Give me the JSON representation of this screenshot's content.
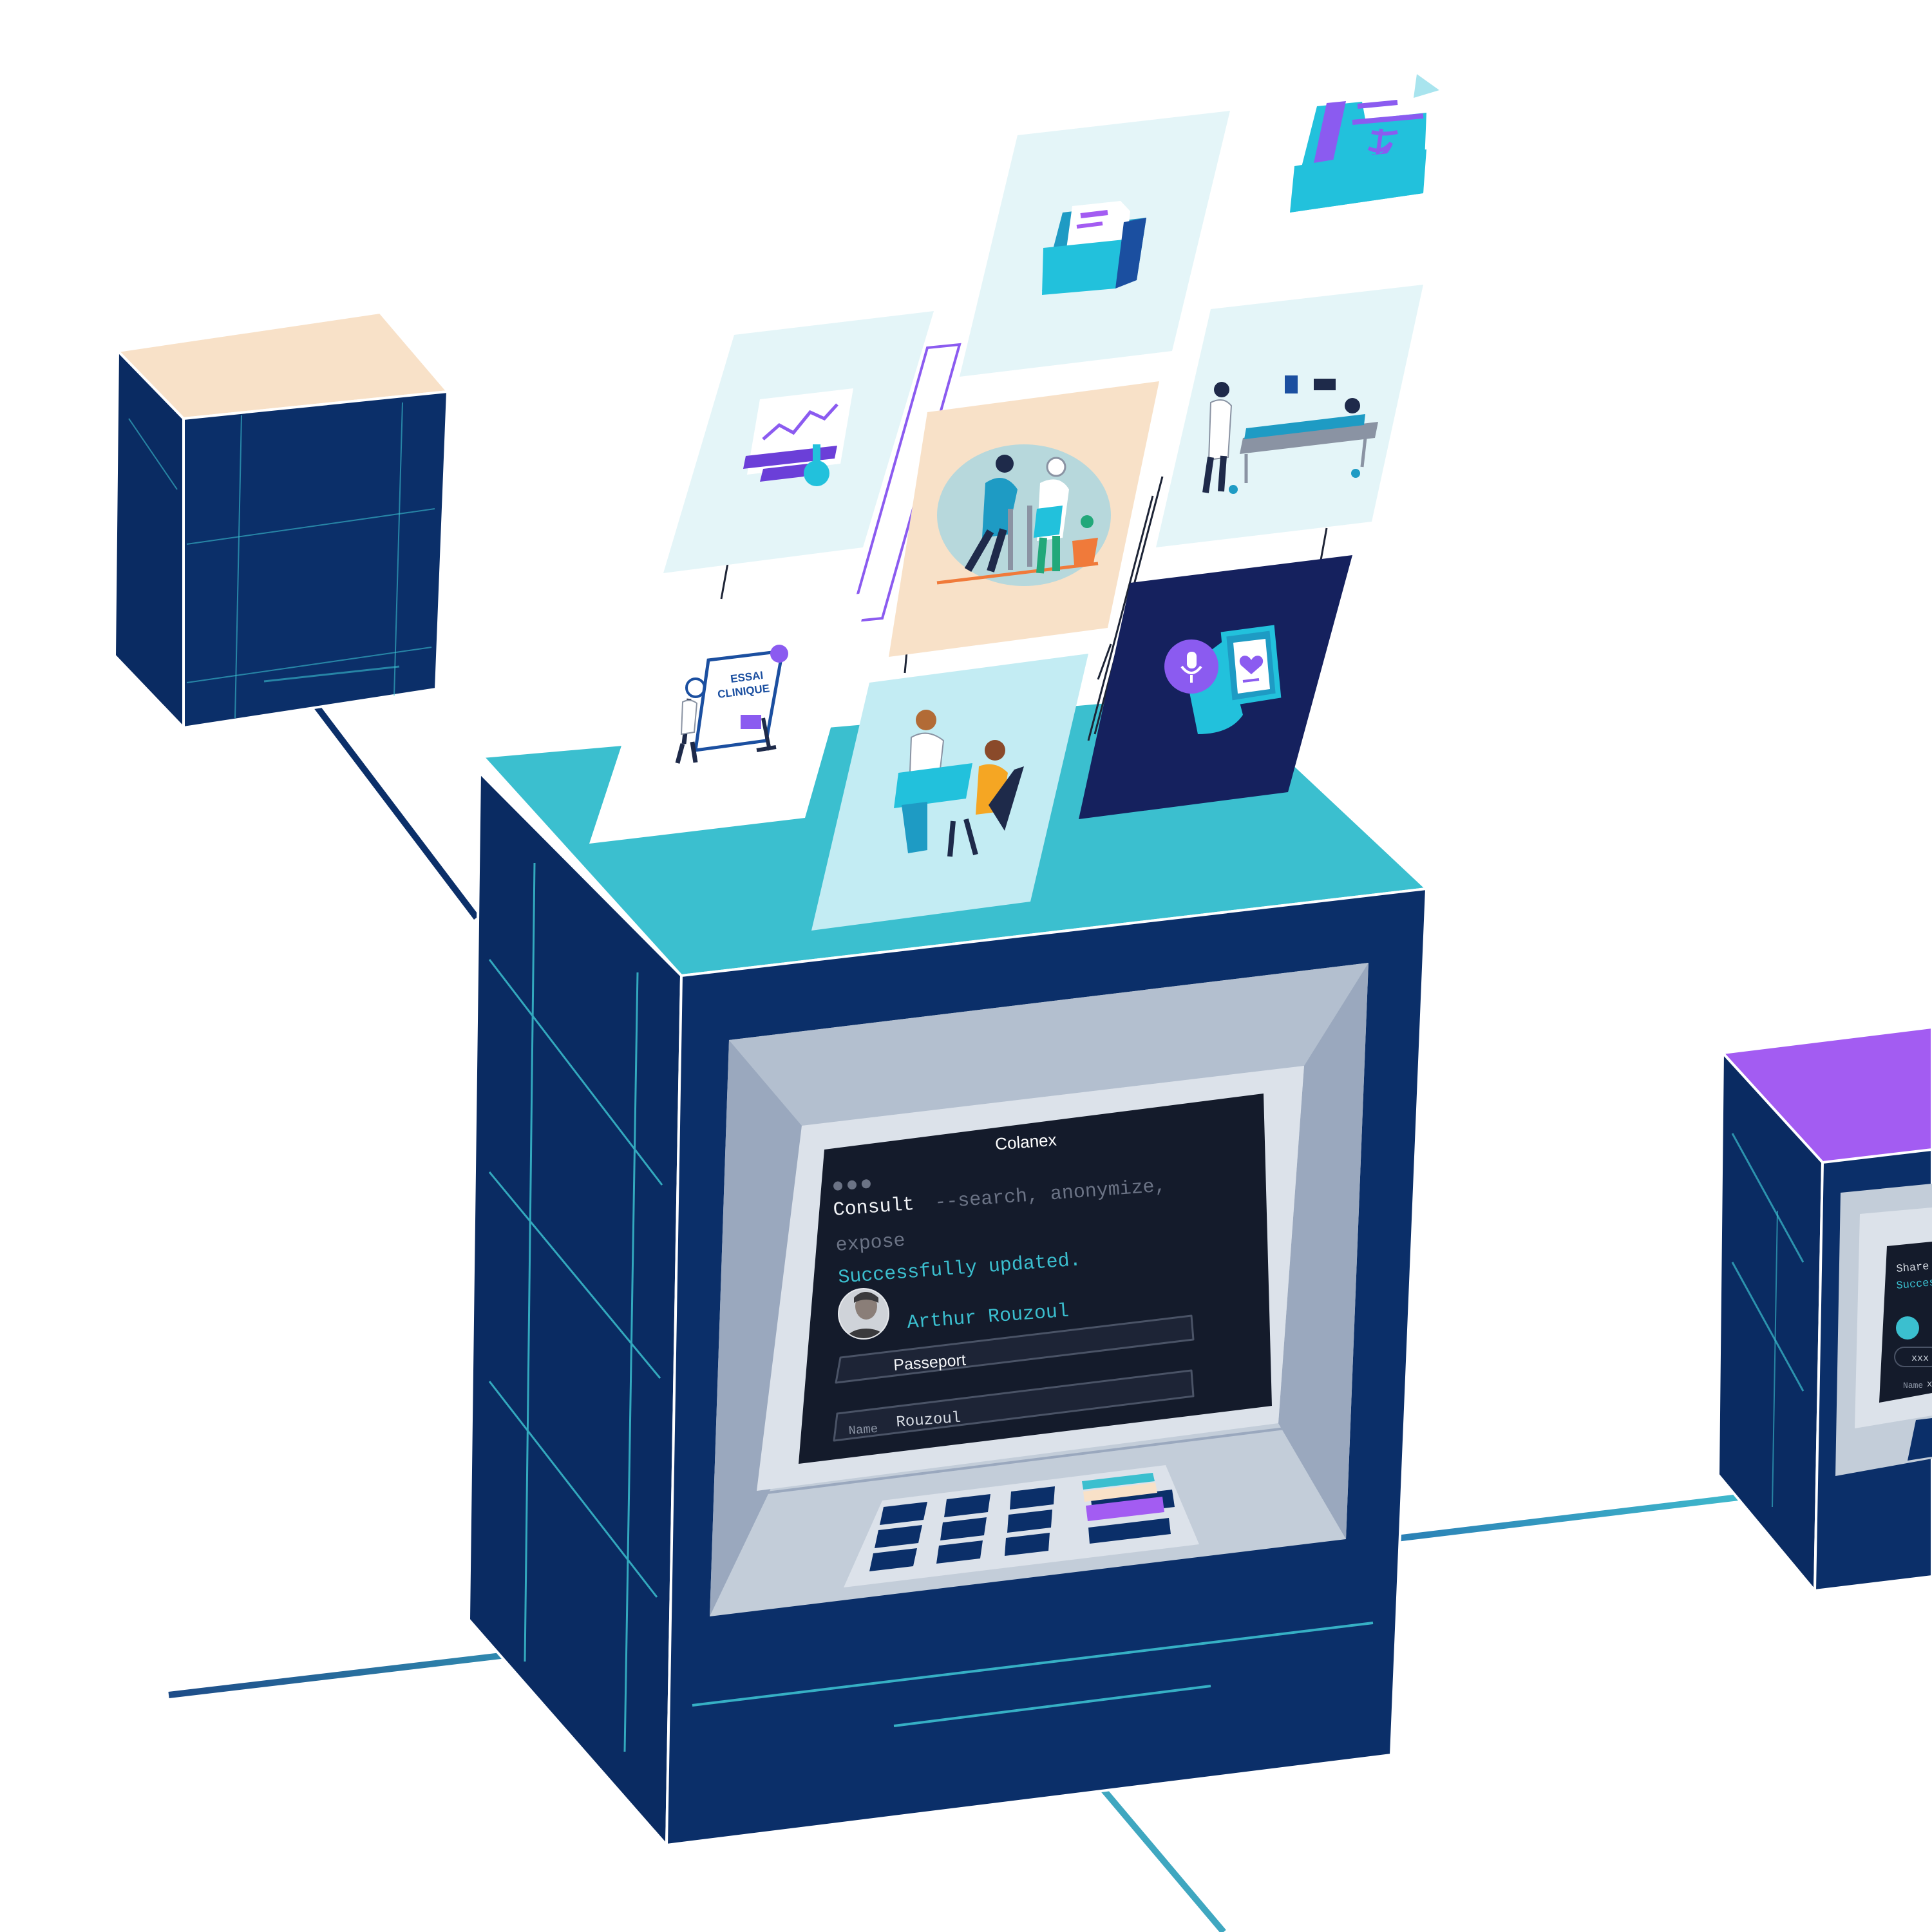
{
  "terminal": {
    "title": "Colanex",
    "command": "Consult",
    "args_line1": "--search, anonymize,",
    "args_line2": "expose",
    "status": "Successfully updated.",
    "user_name": "Arthur Rouzoul",
    "field_document": "Passeport",
    "field_name_label": "Name",
    "field_name_value": "Rouzoul"
  },
  "side_terminal": {
    "command": "Share",
    "status": "Succes",
    "field1": "xxx x",
    "field2_label": "Name",
    "field2_value": "x"
  },
  "cards": {
    "clinical_trial_line1": "ESSAI",
    "clinical_trial_line2": "CLINIQUE"
  },
  "colors": {
    "navy": "#0b2f69",
    "navy_dark": "#082654",
    "teal": "#3bbfcf",
    "peach": "#f8e1c8",
    "purple": "#a35cf2",
    "screen": "#141b2b",
    "frame_light": "#c3cdd9",
    "frame_mid": "#9aa8be",
    "frame_inner": "#dce2ea"
  }
}
